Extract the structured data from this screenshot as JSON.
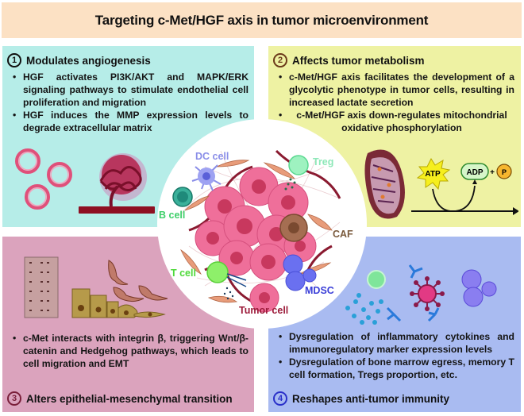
{
  "title": "Targeting c-Met/HGF axis in tumor microenvironment",
  "colors": {
    "title_bg": "#fce1c4",
    "q1_bg": "#b6ede8",
    "q2_bg": "#eef2a3",
    "q3_bg": "#dba3bd",
    "q4_bg": "#a9bbf1"
  },
  "quadrants": [
    {
      "number": "1",
      "heading": "Modulates angiogenesis",
      "bullets": [
        "HGF activates PI3K/AKT and MAPK/ERK signaling pathways to stimulate endothelial cell proliferation and migration",
        "HGF induces the MMP expression levels to degrade extracellular matrix"
      ],
      "illustration": "blood-vessels-and-tumor-angiogenesis"
    },
    {
      "number": "2",
      "heading": "Affects tumor metabolism",
      "bullets": [
        "c-Met/HGF axis facilitates the development of a glycolytic phenotype in tumor cells, resulting in increased lactate secretion",
        "c-Met/HGF axis down-regulates mitochondrial oxidative phosphorylation"
      ],
      "illustration": {
        "atp_label": "ATP",
        "adp_label": "ADP",
        "plus": "+",
        "p_label": "P"
      }
    },
    {
      "number": "3",
      "heading": "Alters epithelial-mesenchymal transition",
      "bullets": [
        "c-Met interacts with integrin β, triggering Wnt/β-catenin and Hedgehog pathways, which leads to cell migration and EMT"
      ],
      "illustration": "epithelial-to-mesenchymal-cells"
    },
    {
      "number": "4",
      "heading": "Reshapes anti-tumor immunity",
      "bullets": [
        "Dysregulation of inflammatory cytokines and immunoregulatory marker expression levels",
        "Dysregulation of bone marrow egress, memory T cell formation, Tregs proportion, etc."
      ],
      "illustration": "immune-cells-antibodies-cytokines"
    }
  ],
  "center": {
    "labels": {
      "dc_cell": "DC cell",
      "treg": "Treg",
      "b_cell": "B cell",
      "caf": "CAF",
      "t_cell": "T cell",
      "mdsc": "MDSC",
      "tumor_cell": "Tumor cell"
    },
    "label_colors": {
      "dc_cell": "#8a8ee8",
      "treg": "#8ee8b8",
      "b_cell": "#3fcf6a",
      "caf": "#7a5a3c",
      "t_cell": "#4fd93a",
      "mdsc": "#3b3fd8",
      "tumor_cell": "#9c1b3a"
    }
  }
}
